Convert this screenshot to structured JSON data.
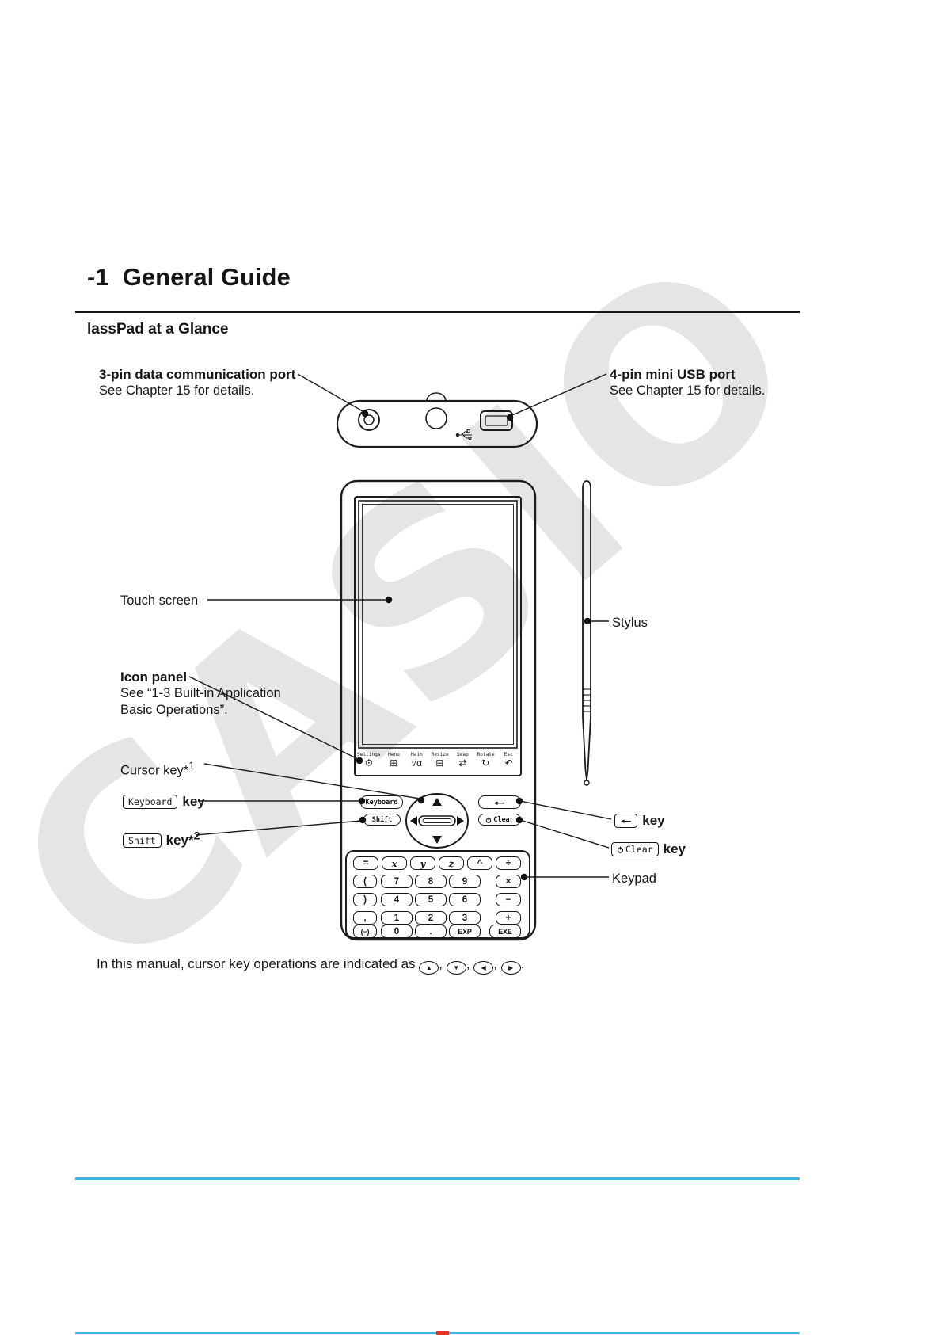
{
  "watermark": "CASIO",
  "header": {
    "section_title": "-1  General Guide",
    "subsection_title": "lassPad at a Glance"
  },
  "callouts": {
    "comm_port_title": "3-pin data communication port",
    "comm_port_sub": "See Chapter 15 for details.",
    "usb_port_title": "4-pin mini USB port",
    "usb_port_sub": "See Chapter 15 for details.",
    "touch_screen": "Touch screen",
    "icon_panel_title": "Icon panel",
    "icon_panel_sub1": "See “1-3 Built-in Application",
    "icon_panel_sub2": "Basic Operations”.",
    "cursor_key_text": "Cursor key*",
    "cursor_key_sup": "1",
    "keyboard_cap": "Keyboard",
    "keyboard_text": "key",
    "shift_cap": "Shift",
    "shift_text": "key*",
    "shift_sup": "2",
    "stylus": "Stylus",
    "back_cap": "←",
    "back_text": "key",
    "clear_cap": "Clear",
    "clear_text": "key",
    "keypad": "Keypad"
  },
  "device": {
    "icon_panel": [
      {
        "label": "Settings",
        "glyph": "⚙"
      },
      {
        "label": "Menu",
        "glyph": "⊞"
      },
      {
        "label": "Main",
        "glyph": "√α"
      },
      {
        "label": "Resize",
        "glyph": "⊟"
      },
      {
        "label": "Swap",
        "glyph": "⇄"
      },
      {
        "label": "Rotate",
        "glyph": "↻"
      },
      {
        "label": "Esc",
        "glyph": "↶"
      }
    ],
    "keyboard_key": "Keyboard",
    "shift_key": "Shift",
    "back_key": "←",
    "clear_key": "Clear",
    "keypad_rows": [
      [
        "=",
        "x",
        "y",
        "z",
        "^",
        "÷"
      ],
      [
        "(",
        "7",
        "8",
        "9",
        "×"
      ],
      [
        ")",
        "4",
        "5",
        "6",
        "−"
      ],
      [
        ",",
        "1",
        "2",
        "3",
        "+"
      ],
      [
        "(−)",
        "0",
        ".",
        "EXP",
        "EXE"
      ]
    ]
  },
  "footer": {
    "note_text": "In this manual, cursor key operations are indicated as ",
    "separator": ", ",
    "period": ".",
    "icons": [
      {
        "name": "cursor-up",
        "glyph": "▲"
      },
      {
        "name": "cursor-down",
        "glyph": "▼"
      },
      {
        "name": "cursor-left",
        "glyph": "◀"
      },
      {
        "name": "cursor-right",
        "glyph": "▶"
      }
    ]
  },
  "colors": {
    "rule_blue": "#38b6e8",
    "mark_red": "#e8332a"
  }
}
